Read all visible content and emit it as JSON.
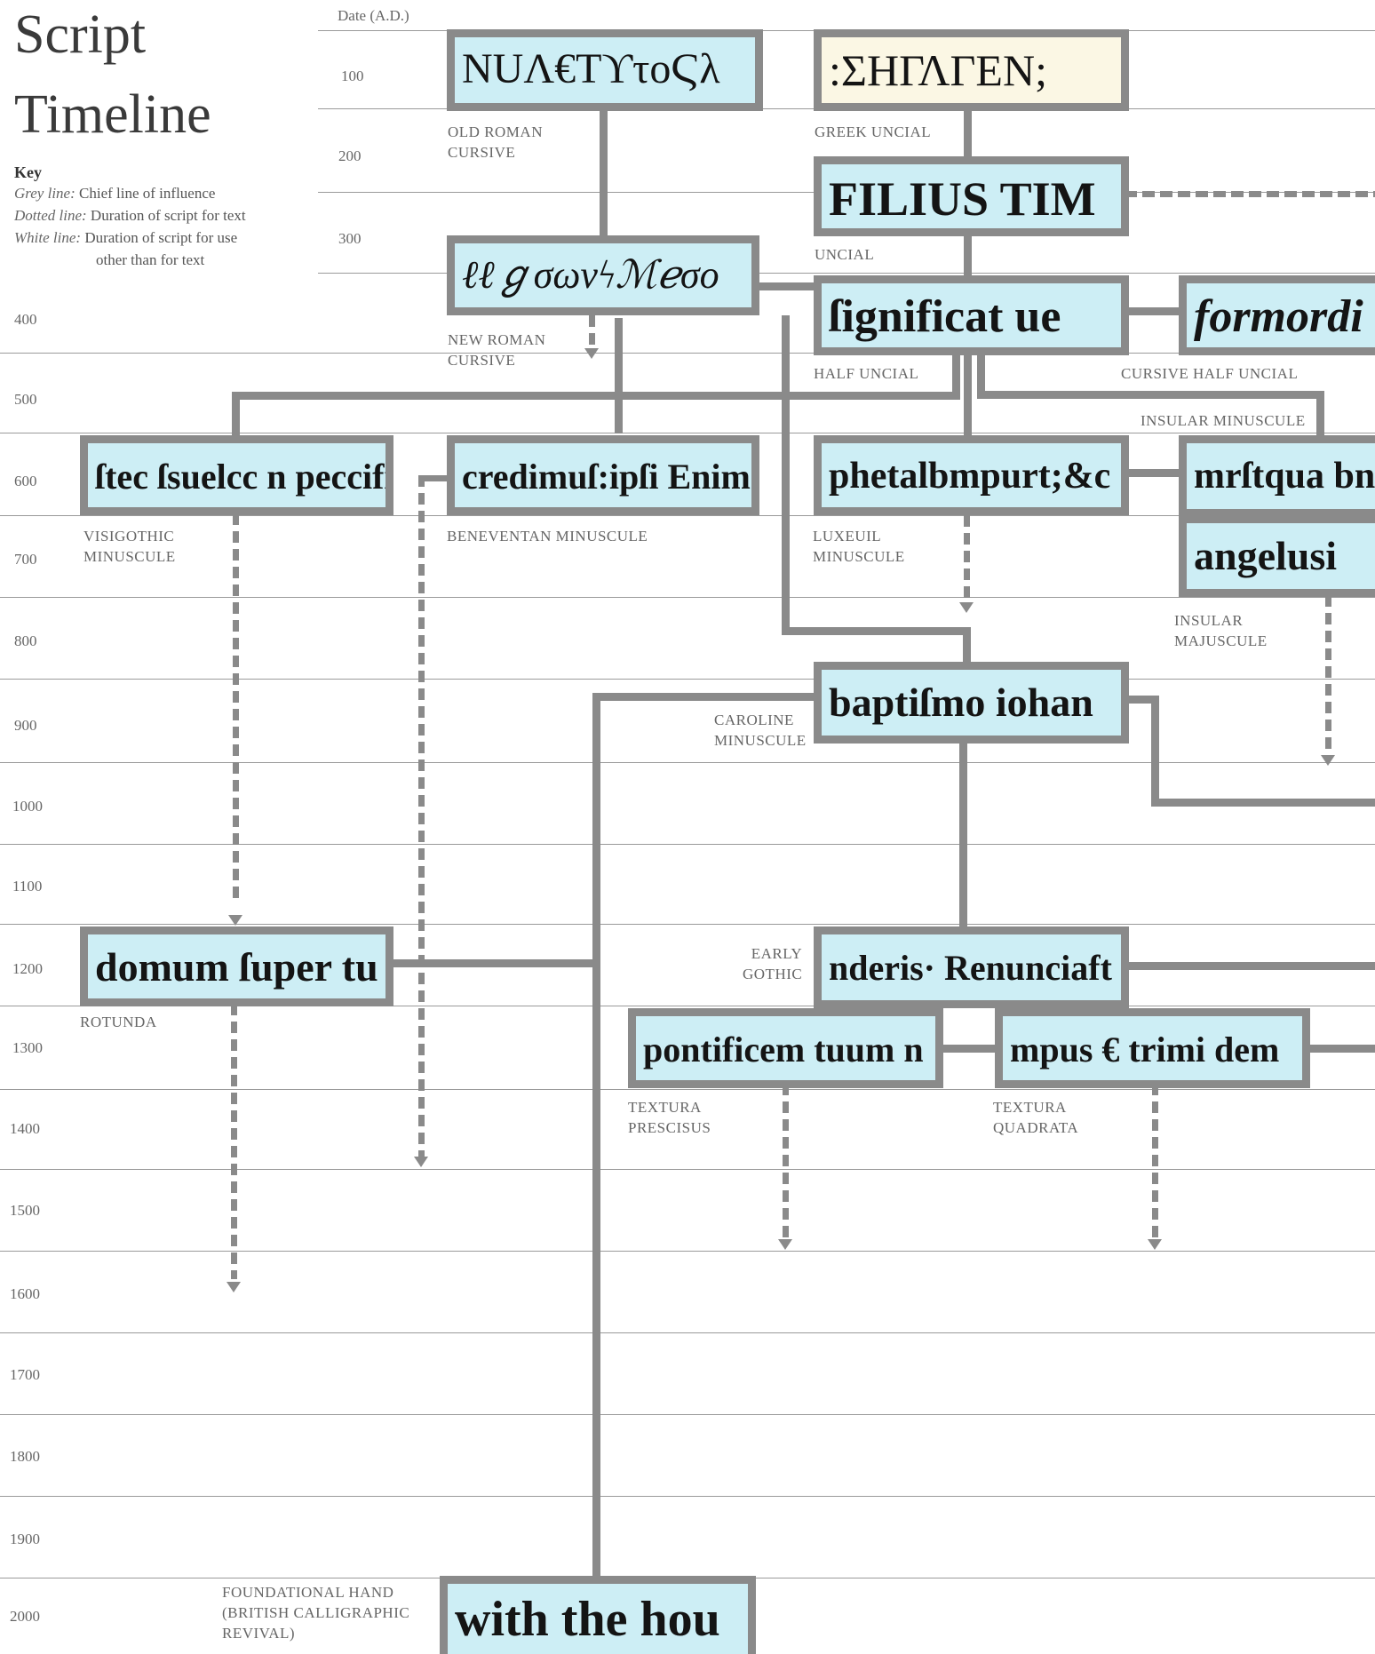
{
  "title": {
    "line1": "Script",
    "line2": "Timeline"
  },
  "key": {
    "heading": "Key",
    "rows": [
      {
        "term": "Grey line:",
        "desc": "Chief line of influence"
      },
      {
        "term": "Dotted line:",
        "desc": "Duration of script for text"
      },
      {
        "term": "White line:",
        "desc": "Duration of script for use",
        "desc2": "other than for text"
      }
    ]
  },
  "axis": {
    "header": "Date (A.D.)",
    "years": [
      "100",
      "200",
      "300",
      "400",
      "500",
      "600",
      "700",
      "800",
      "900",
      "1000",
      "1100",
      "1200",
      "1300",
      "1400",
      "1500",
      "1600",
      "1700",
      "1800",
      "1900",
      "2000"
    ]
  },
  "scripts": {
    "old_roman_cursive": {
      "sample": "NUΛ€TϒτοϚλ",
      "label": [
        "Old Roman",
        "Cursive"
      ]
    },
    "greek_uncial": {
      "sample": ":ΣΗΓΛΓΕΝ;",
      "label": [
        "Greek Uncial"
      ]
    },
    "uncial": {
      "sample": "FILIUS TIM",
      "label": [
        "Uncial"
      ]
    },
    "new_roman_cursive": {
      "sample": "ℓℓℊσωνϟℳℯσο",
      "label": [
        "New Roman",
        "Cursive"
      ]
    },
    "half_uncial": {
      "sample": "ſignificat ue",
      "label": [
        "Half Uncial"
      ]
    },
    "cursive_half_uncial": {
      "sample": "formordi",
      "label": [
        "Cursive Half Uncial"
      ]
    },
    "insular_minuscule": {
      "sample": "mrſtqua bne",
      "label": [
        "Insular Minuscule"
      ]
    },
    "visigothic_minuscule": {
      "sample": "ſtec ſsuelcc n peccifi",
      "label": [
        "Visigothic",
        "Minuscule"
      ]
    },
    "beneventan_minuscule": {
      "sample": "credimuſ:ipſi Enim",
      "label": [
        "Beneventan Minuscule"
      ]
    },
    "luxeuil_minuscule": {
      "sample": "phetalbmpurt;&c",
      "label": [
        "Luxeuil",
        "Minuscule"
      ]
    },
    "insular_majuscule": {
      "sample": "angelusi",
      "label": [
        "Insular",
        "Majuscule"
      ]
    },
    "caroline_minuscule": {
      "sample": "baptiſmo iohan",
      "label": [
        "Caroline",
        "Minuscule"
      ]
    },
    "rotunda": {
      "sample": "domum ſuper tu",
      "label": [
        "Rotunda"
      ]
    },
    "early_gothic": {
      "sample": "nderis· Renunciaft",
      "label": [
        "Early",
        "Gothic"
      ]
    },
    "textura_prescisus": {
      "sample": "pontificem tuum n",
      "label": [
        "Textura",
        "Prescisus"
      ]
    },
    "textura_quadrata": {
      "sample": "mpus € trimi dem",
      "label": [
        "Textura",
        "Quadrata"
      ]
    },
    "foundational_hand": {
      "sample": "with the hou",
      "label": [
        "Foundational Hand",
        "(British Calligraphic",
        "Revival)"
      ]
    }
  },
  "colors": {
    "box_fill": "#cdeef5",
    "greek_fill": "#fbf7e4",
    "line_grey": "#8a8a8a"
  }
}
